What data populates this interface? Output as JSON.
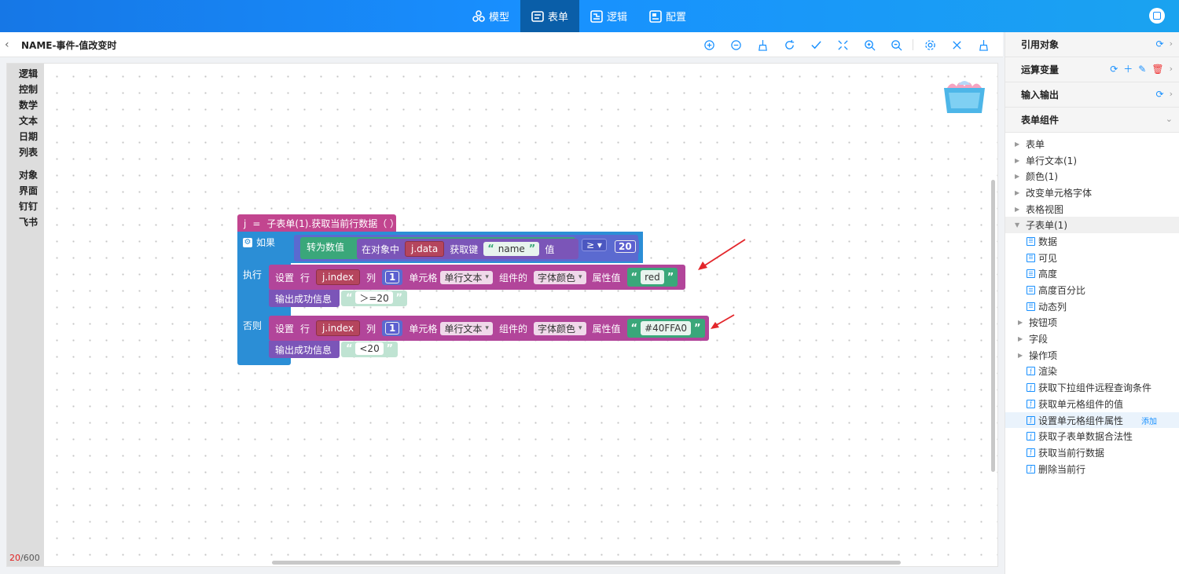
{
  "topnav": [
    {
      "label": "模型",
      "icon": "model-icon",
      "active": false
    },
    {
      "label": "表单",
      "icon": "form-icon",
      "active": true
    },
    {
      "label": "逻辑",
      "icon": "logic-icon",
      "active": false
    },
    {
      "label": "配置",
      "icon": "config-icon",
      "active": false
    }
  ],
  "page": {
    "title": "NAME-事件-值改变时"
  },
  "categories": [
    "逻辑",
    "控制",
    "数学",
    "文本",
    "日期",
    "列表",
    "对象",
    "界面",
    "钉钉",
    "飞书"
  ],
  "counter": {
    "used": "20",
    "total": "/600"
  },
  "blocks": {
    "assign": {
      "var": "j",
      "eq": "=",
      "expr": "子表单(1).获取当前行数据（ ）"
    },
    "if_label": "如果",
    "to_number": "转为数值",
    "in_object": "在对象中",
    "jdata": "j.data",
    "get_key": "获取键",
    "key_name": "name",
    "value_word": "值",
    "op": "≥",
    "compare_num": "20",
    "exec_label": "执行",
    "else_label": "否则",
    "set_word": "设置",
    "row_word": "行",
    "jindex": "j.index",
    "col_word": "列",
    "col_num": "1",
    "cell_word": "单元格",
    "cell_type": "单行文本",
    "component_of": "组件的",
    "prop_name": "字体颜色",
    "prop_value_word": "属性值",
    "value_red": "red",
    "value_green": "#40FFA0",
    "output_success": "输出成功信息",
    "msg_ge": "＞=20",
    "msg_lt": "<20"
  },
  "rpanel": {
    "sections": [
      {
        "title": "引用对象"
      },
      {
        "title": "运算变量"
      },
      {
        "title": "输入输出"
      },
      {
        "title": "表单组件"
      }
    ],
    "tree": [
      {
        "label": "表单",
        "type": "folder"
      },
      {
        "label": "单行文本(1)",
        "type": "folder"
      },
      {
        "label": "颜色(1)",
        "type": "folder"
      },
      {
        "label": "改变单元格字体",
        "type": "folder"
      },
      {
        "label": "表格视图",
        "type": "folder"
      },
      {
        "label": "子表单(1)",
        "type": "open"
      },
      {
        "label": "数据",
        "type": "prop"
      },
      {
        "label": "可见",
        "type": "prop"
      },
      {
        "label": "高度",
        "type": "prop"
      },
      {
        "label": "高度百分比",
        "type": "prop"
      },
      {
        "label": "动态列",
        "type": "prop"
      },
      {
        "label": "按钮项",
        "type": "sub"
      },
      {
        "label": "字段",
        "type": "sub"
      },
      {
        "label": "操作项",
        "type": "sub"
      },
      {
        "label": "渲染",
        "type": "fn"
      },
      {
        "label": "获取下拉组件远程查询条件",
        "type": "fn"
      },
      {
        "label": "获取单元格组件的值",
        "type": "fn"
      },
      {
        "label": "设置单元格组件属性",
        "type": "fn",
        "add": "添加"
      },
      {
        "label": "获取子表单数据合法性",
        "type": "fn"
      },
      {
        "label": "获取当前行数据",
        "type": "fn"
      },
      {
        "label": "删除当前行",
        "type": "fn"
      }
    ]
  }
}
